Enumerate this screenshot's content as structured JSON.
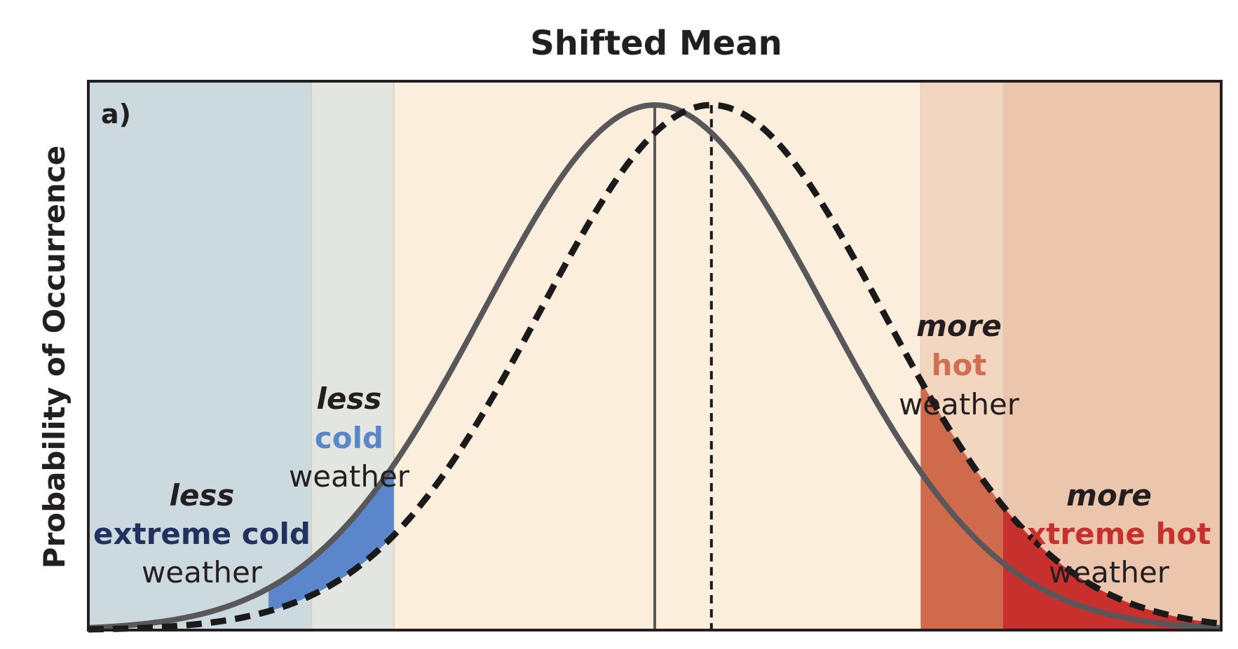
{
  "title": "Shifted Mean",
  "ylabel": "Probability of Occurrence",
  "panel_label": "a)",
  "colors": {
    "zone_extreme_cold": "#ccdadf",
    "zone_cold": "#e3e5e1",
    "zone_neutral": "#fbeedc",
    "zone_hot": "#f2d6bf",
    "zone_extreme_hot": "#ebc6ad",
    "fill_cold_tail": "#5b86cc",
    "fill_hot_tail": "#cf6a4c",
    "fill_extreme_hot_tail": "#c8302d",
    "curve_original": "#58585a",
    "curve_shifted": "#1a1a1a",
    "text_extreme_cold": "#22325e",
    "text_cold": "#5b86cc",
    "text_hot": "#d17050",
    "text_extreme_hot": "#c8302d",
    "text_dark": "#231f20"
  },
  "labels": {
    "extreme_cold": {
      "qualifier": "less",
      "category": "extreme cold",
      "noun": "weather"
    },
    "cold": {
      "qualifier": "less",
      "category": "cold",
      "noun": "weather"
    },
    "hot": {
      "qualifier": "more",
      "category": "hot",
      "noun": "weather"
    },
    "extreme_hot": {
      "qualifier": "more",
      "category": "extreme hot",
      "noun": "weather"
    }
  },
  "chart_data": {
    "type": "area",
    "title": "Shifted Mean",
    "xlabel": "",
    "ylabel": "Probability of Occurrence",
    "x_range": [
      -3.3,
      3.3
    ],
    "y_range": [
      0,
      1.0
    ],
    "zone_boundaries_sd": [
      -2.0,
      -1.52,
      1.55,
      2.03
    ],
    "zones": [
      "extreme cold",
      "cold",
      "neutral",
      "hot",
      "extreme hot"
    ],
    "series": [
      {
        "distribution": "normal",
        "mean": 0.0,
        "sd": 1.0,
        "line": "solid"
      },
      {
        "distribution": "normal",
        "mean": 0.33,
        "sd": 1.0,
        "line": "dashed"
      }
    ],
    "grid": false,
    "legend": "none"
  }
}
